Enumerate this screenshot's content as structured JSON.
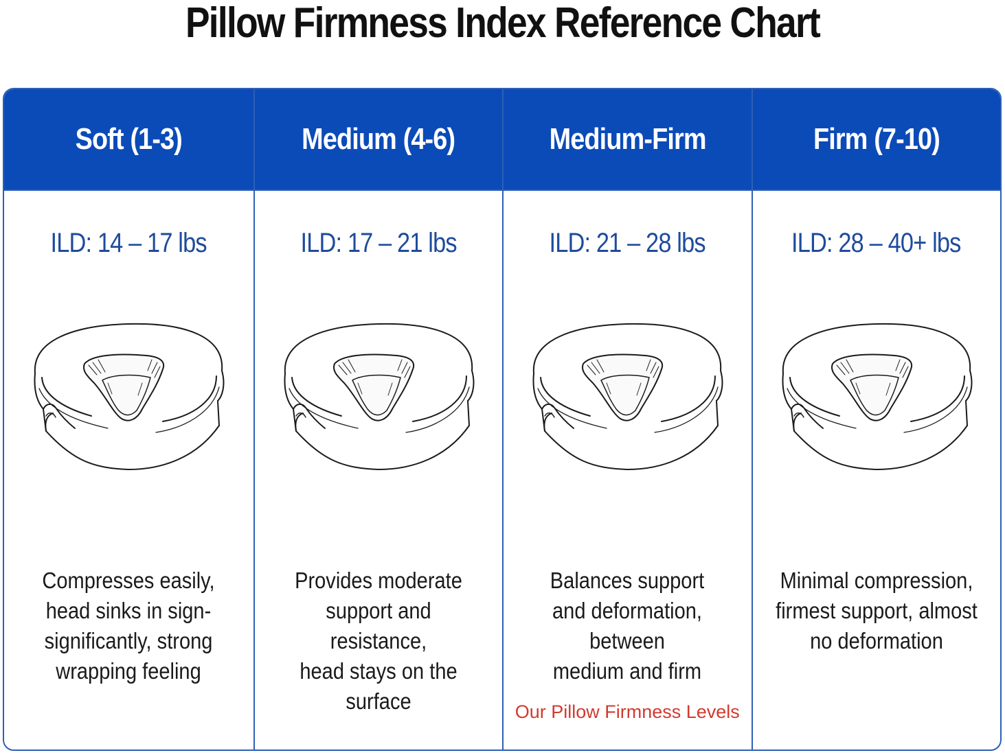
{
  "title": "Pillow Firmness Index Reference Chart",
  "colors": {
    "header_bg": "#0b4bb8",
    "border": "#2f5fb5",
    "ild_text": "#1e4b9c",
    "note_text": "#d23a2f"
  },
  "chart_data": {
    "type": "table",
    "title": "Pillow Firmness Index Reference Chart",
    "columns": [
      {
        "label": "Soft (1-3)",
        "ild": "ILD: 14 – 17 lbs",
        "ild_min": 14,
        "ild_max": 17,
        "description": "Compresses easily,\nhead sinks in sign-\nsignificantly, strong\nwrapping feeling",
        "icon": "pillow-icon"
      },
      {
        "label": "Medium (4-6)",
        "ild": "ILD: 17 – 21 lbs",
        "ild_min": 17,
        "ild_max": 21,
        "description": "Provides moderate\nsupport and resistance,\nhead stays on the\nsurface",
        "icon": "pillow-icon"
      },
      {
        "label": "Medium-Firm",
        "ild": "ILD: 21 – 28 lbs",
        "ild_min": 21,
        "ild_max": 28,
        "description": "Balances support\nand deformation, between\nmedium and firm",
        "note": "Our Pillow Firmness Levels",
        "icon": "pillow-icon"
      },
      {
        "label": "Firm (7-10)",
        "ild": "ILD: 28 – 40+ lbs",
        "ild_min": 28,
        "ild_max": 40,
        "description": "Minimal compression,\nfirmest support, almost\nno deformation",
        "icon": "pillow-icon"
      }
    ]
  }
}
